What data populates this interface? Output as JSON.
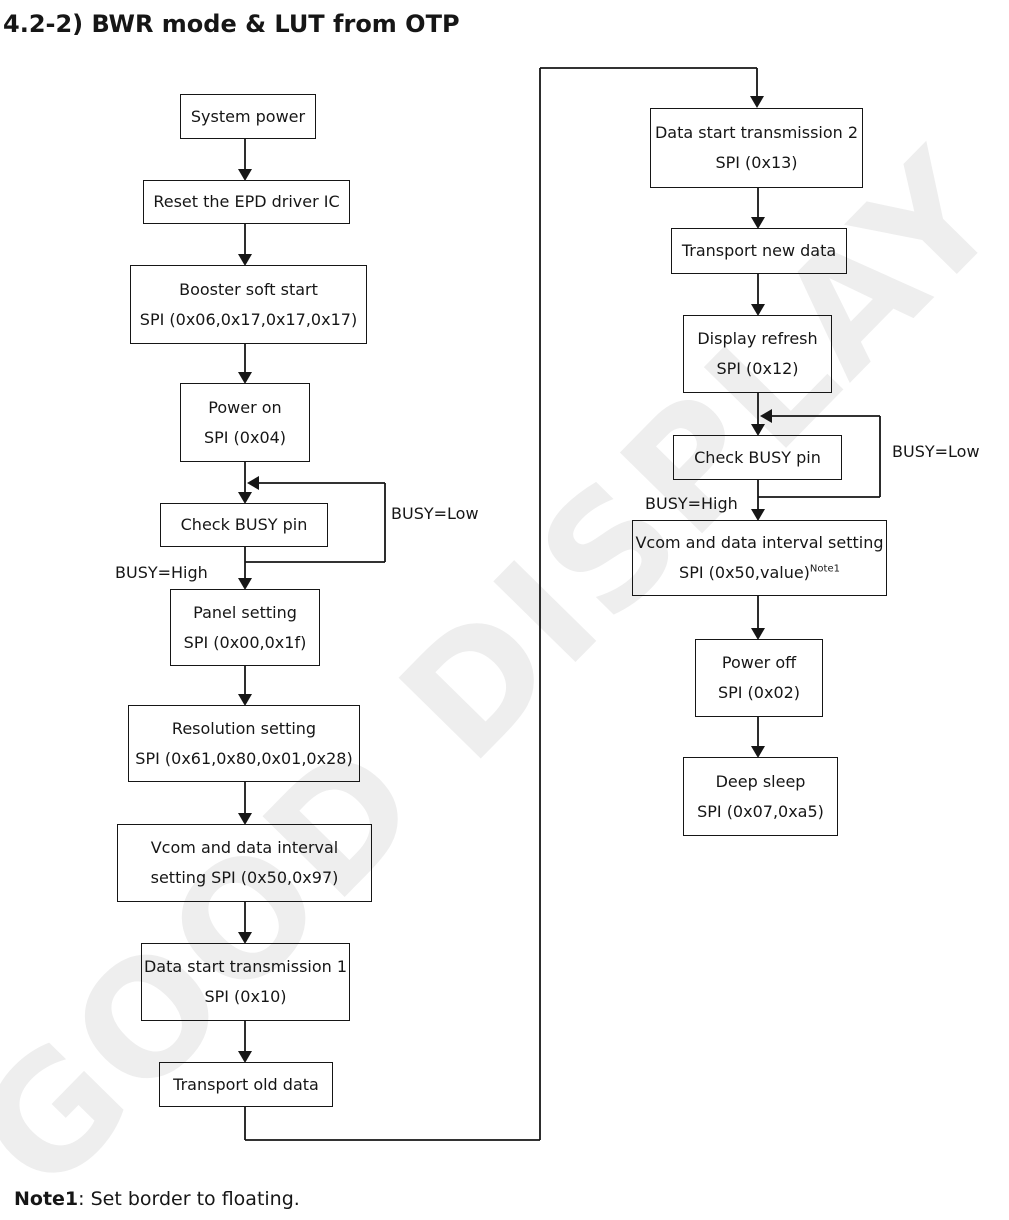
{
  "title": "4.2-2) BWR mode & LUT from OTP",
  "watermark": "GOOD DISPLAY",
  "note": {
    "label": "Note1",
    "text": ": Set border to floating."
  },
  "edge_labels": {
    "busy_low_1": "BUSY=Low",
    "busy_high_1": "BUSY=High",
    "busy_low_2": "BUSY=Low",
    "busy_high_2": "BUSY=High"
  },
  "colors": {
    "line": "#161616",
    "text": "#161616",
    "watermark": "#eeeeee",
    "background": "#ffffff"
  },
  "flow": {
    "left": [
      {
        "lines": [
          "System power"
        ]
      },
      {
        "lines": [
          "Reset the EPD driver IC"
        ]
      },
      {
        "lines": [
          "Booster soft start",
          "SPI (0x06,0x17,0x17,0x17)"
        ]
      },
      {
        "lines": [
          "Power on",
          "SPI (0x04)"
        ]
      },
      {
        "lines": [
          "Check BUSY pin"
        ]
      },
      {
        "lines": [
          "Panel setting",
          "SPI (0x00,0x1f)"
        ]
      },
      {
        "lines": [
          "Resolution setting",
          "SPI (0x61,0x80,0x01,0x28)"
        ]
      },
      {
        "lines": [
          "Vcom and data interval",
          "setting SPI (0x50,0x97)"
        ]
      },
      {
        "lines": [
          "Data start transmission 1",
          "SPI (0x10)"
        ]
      },
      {
        "lines": [
          "Transport old data"
        ]
      }
    ],
    "right": [
      {
        "lines": [
          "Data start transmission 2",
          "SPI (0x13)"
        ]
      },
      {
        "lines": [
          "Transport new data"
        ]
      },
      {
        "lines": [
          "Display refresh",
          "SPI (0x12)"
        ]
      },
      {
        "lines": [
          "Check BUSY pin"
        ]
      },
      {
        "lines": [
          "Vcom and data interval setting",
          "SPI (0x50,value)"
        ],
        "sup": "Note1"
      },
      {
        "lines": [
          "Power off",
          "SPI (0x02)"
        ]
      },
      {
        "lines": [
          "Deep sleep",
          "SPI (0x07,0xa5)"
        ]
      }
    ]
  }
}
